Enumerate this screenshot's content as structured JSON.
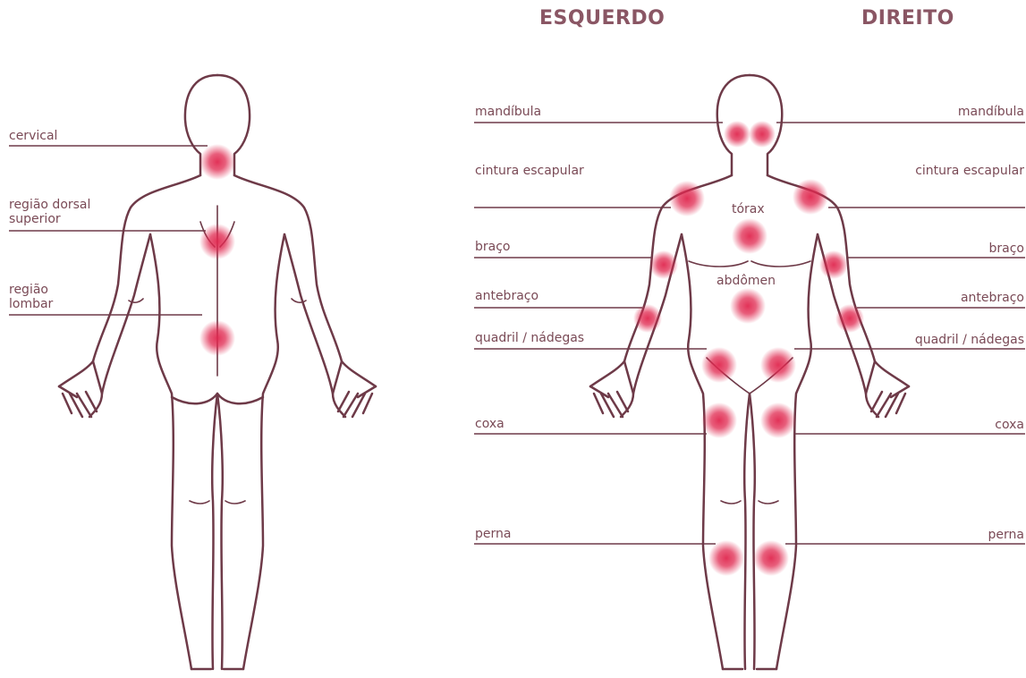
{
  "headers": {
    "left": "ESQUERDO",
    "right": "DIREITO"
  },
  "back_labels": {
    "cervical": "cervical",
    "dorsal": "região dorsal\nsuperior",
    "lombar": "região\nlombar"
  },
  "front_left_labels": {
    "mandibula": "mandíbula",
    "cintura": "cintura escapular",
    "braco": "braço",
    "antebraco": "antebraço",
    "quadril": "quadril / nádegas",
    "coxa": "coxa",
    "perna": "perna"
  },
  "front_right_labels": {
    "mandibula": "mandíbula",
    "cintura": "cintura escapular",
    "braco": "braço",
    "antebraco": "antebraço",
    "quadril": "quadril / nádegas",
    "coxa": "coxa",
    "perna": "perna"
  },
  "center_labels": {
    "torax": "tórax",
    "abdomen": "abdômen"
  },
  "colors": {
    "outline": "#6e3a48",
    "text": "#7a4a56",
    "tender_point": "#e0284f"
  }
}
